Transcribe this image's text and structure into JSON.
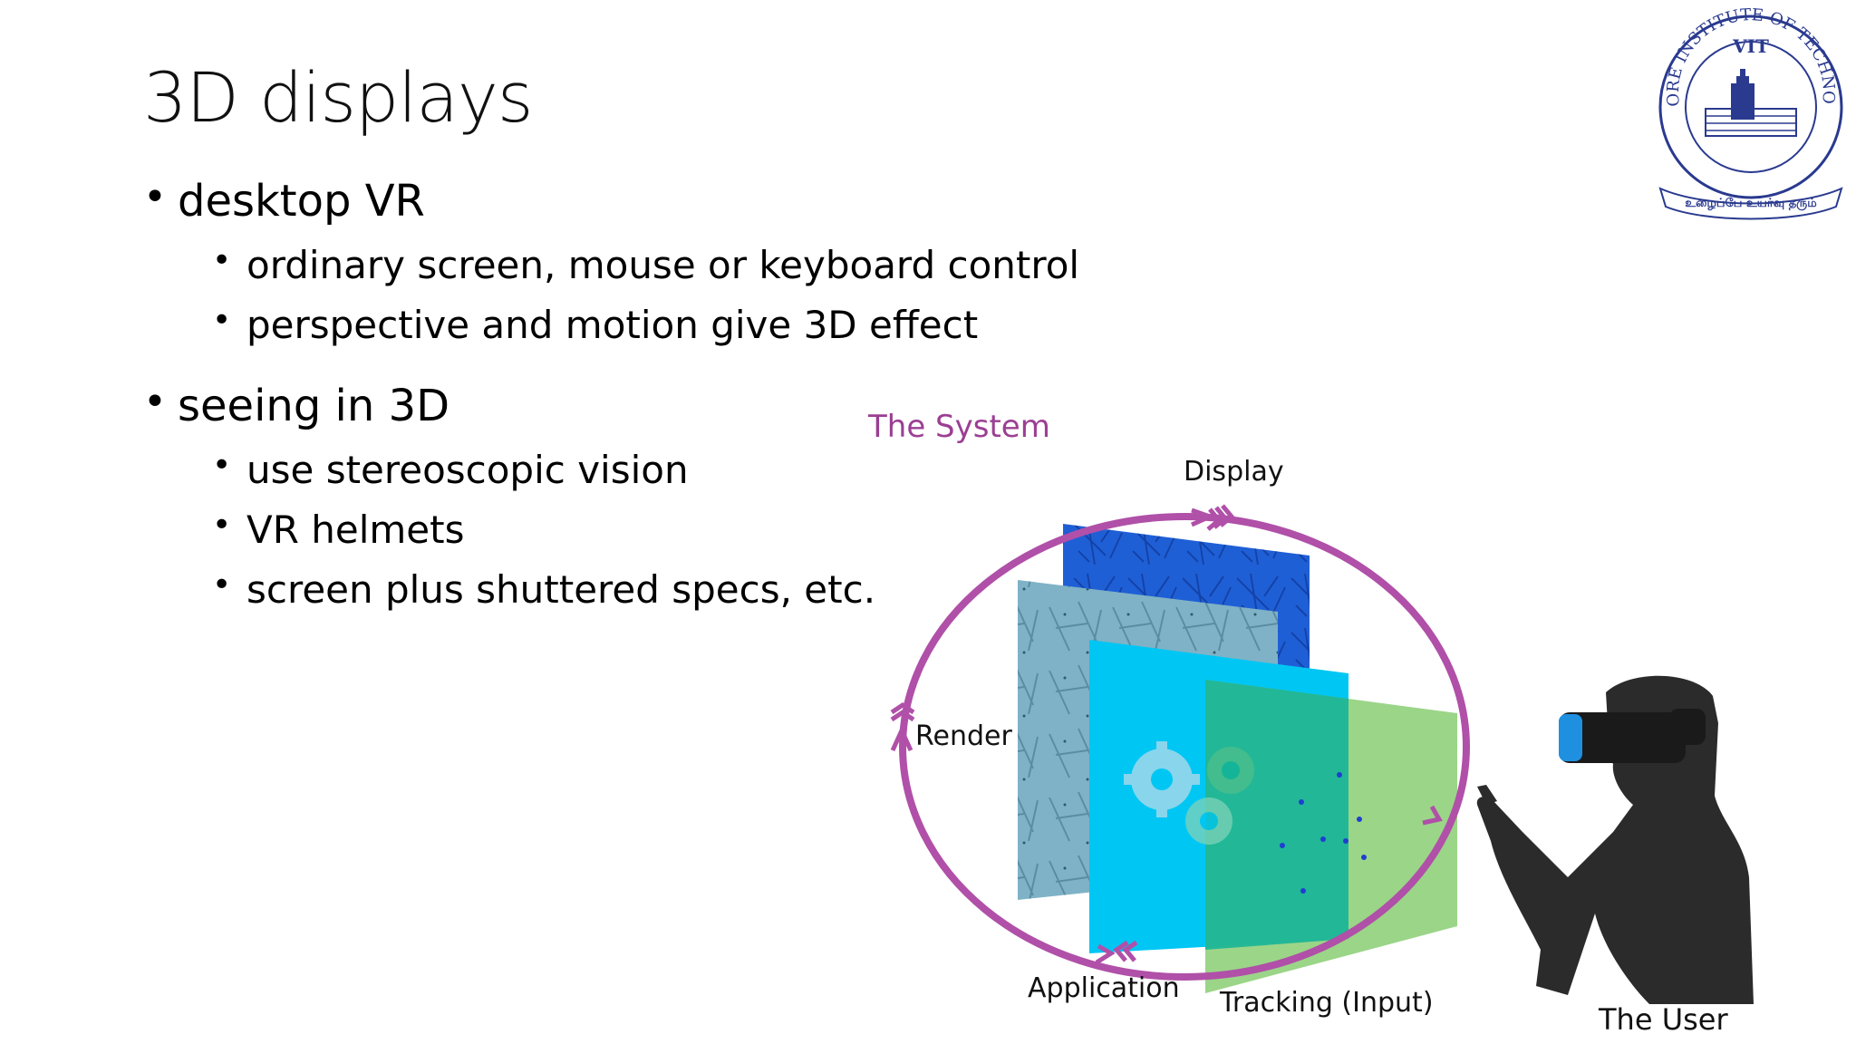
{
  "slide": {
    "title": "3D displays",
    "bullets": [
      {
        "text": "desktop VR",
        "sub": [
          "ordinary screen, mouse or keyboard control",
          "perspective and motion give 3D effect"
        ]
      },
      {
        "text": "seeing in 3D",
        "sub": [
          "use stereoscopic vision",
          "VR helmets",
          "screen plus shuttered specs, etc."
        ]
      }
    ]
  },
  "diagram": {
    "heading": "The System",
    "labels": {
      "display": "Display",
      "render": "Render",
      "application": "Application",
      "tracking": "Tracking (Input)",
      "user": "The User"
    }
  },
  "logo": {
    "ring_text": "VELLORE INSTITUTE OF TECHNOLOGY",
    "abbr": "VIT",
    "motto": "உழைப்பே உயர்வு தரும்"
  },
  "colors": {
    "title": "#111111",
    "cycle_ring": "#b050a8",
    "heading": "#9b3f93",
    "panel_back": "#1f5fd6",
    "panel_gray": "#7fb2c6",
    "panel_cyan": "#00c6f4",
    "panel_green": "#93d17e",
    "silhouette": "#2b2b2b",
    "logo": "#2a3a8f"
  }
}
